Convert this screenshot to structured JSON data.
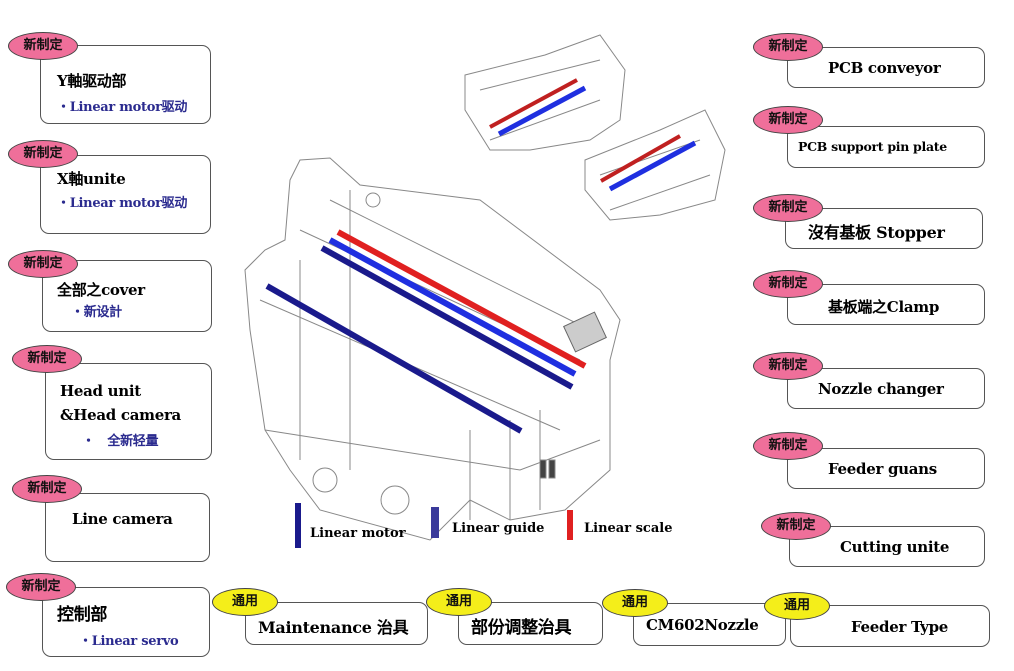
{
  "badges": {
    "new": "新制定",
    "general": "通用"
  },
  "left_boxes": [
    {
      "title": "Y軸驱动部",
      "sub": "・Linear motor驱动",
      "badge": "新制定"
    },
    {
      "title": "X軸unite",
      "sub": "・Linear motor驱动",
      "badge": "新制定"
    },
    {
      "title": "全部之cover",
      "sub": "・新设計",
      "badge": "新制定"
    },
    {
      "title": "Head unit",
      "title2": "&Head camera",
      "sub": "・　全新轻量",
      "badge": "新制定"
    },
    {
      "title": "Line camera",
      "badge": "新制定"
    },
    {
      "title": "控制部",
      "sub": "・Linear servo",
      "badge": "新制定"
    }
  ],
  "right_boxes": [
    {
      "title": "PCB conveyor",
      "badge": "新制定"
    },
    {
      "title": "PCB support pin plate",
      "badge": "新制定"
    },
    {
      "title": "沒有基板 Stopper",
      "badge": "新制定"
    },
    {
      "title": "基板端之Clamp",
      "badge": "新制定"
    },
    {
      "title": "Nozzle changer",
      "badge": "新制定"
    },
    {
      "title": "Feeder guans",
      "badge": "新制定"
    },
    {
      "title": "Cutting unite",
      "badge": "新制定"
    }
  ],
  "bottom_boxes": [
    {
      "title": "Maintenance 治具",
      "badge": "通用"
    },
    {
      "title": "部份调整治具",
      "badge": "通用"
    },
    {
      "title": "CM602Nozzle",
      "badge": "通用"
    },
    {
      "title": "Feeder Type",
      "badge": "通用"
    }
  ],
  "legend": [
    {
      "label": "Linear motor",
      "color": "#1a1a8c"
    },
    {
      "label": "Linear guide",
      "color": "#3a3a9a"
    },
    {
      "label": "Linear scale",
      "color": "#e02020"
    }
  ],
  "colors": {
    "new_badge": "#ef6f9a",
    "general_badge": "#f4ee1a",
    "sub_text": "#2b2b8f",
    "rail_red": "#e02020",
    "rail_blue": "#1f2fe0",
    "rail_navy": "#1a1a8c"
  }
}
